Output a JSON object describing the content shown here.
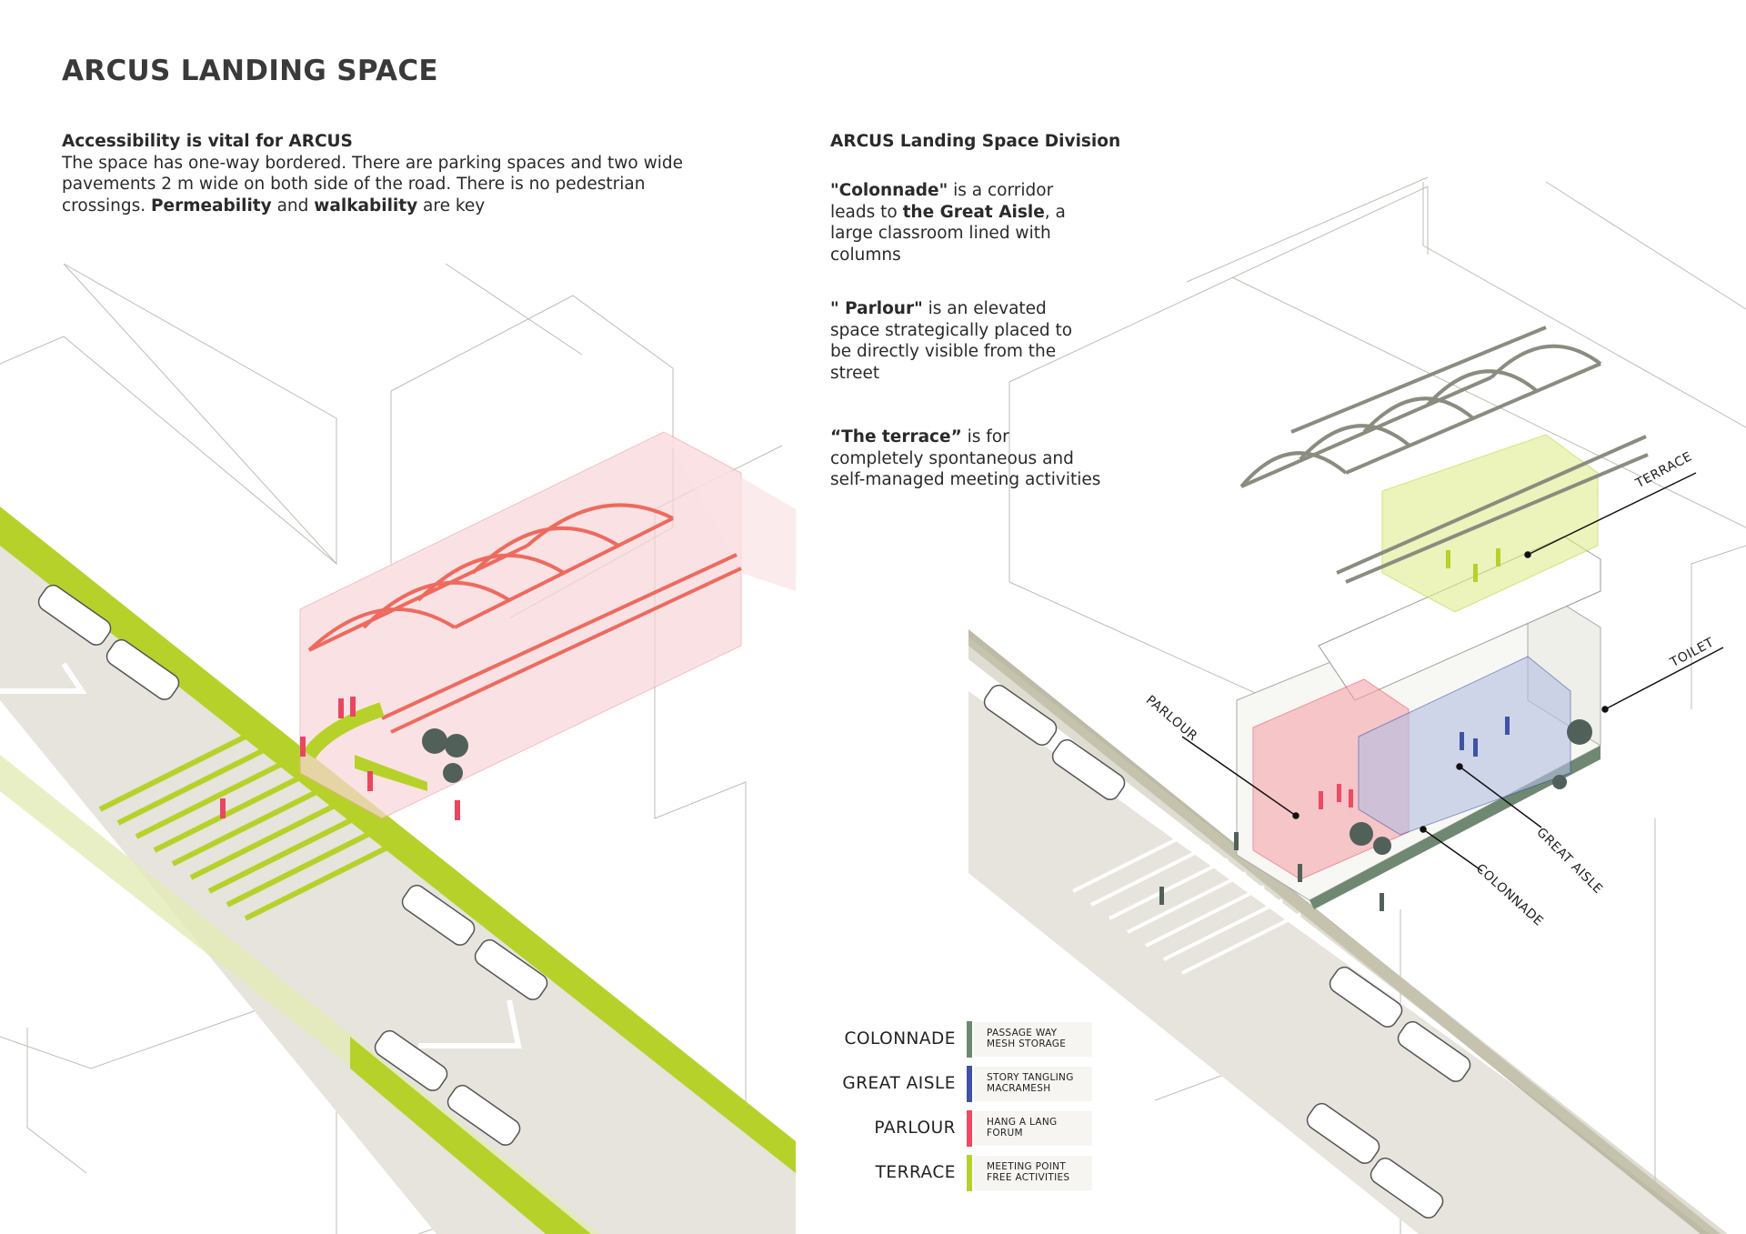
{
  "title": "ARCUS LANDING SPACE",
  "left": {
    "heading": "Accessibility is vital for ARCUS",
    "body_1": "The space has one-way bordered. There are parking spaces and two wide pavements 2 m wide on both side of the road. There is no pedestrian crossings. ",
    "bold_1": "Permeability",
    "body_2": " and ",
    "bold_2": "walkability",
    "body_3": " are key"
  },
  "right": {
    "heading": "ARCUS Landing Space Division",
    "colonnade": {
      "bold_1": "\"Colonnade\"",
      "text_1": " is a corridor leads to ",
      "bold_2": "the Great Aisle",
      "text_2": ", a large classroom lined with columns"
    },
    "parlour": {
      "bold": "\" Parlour\"",
      "text": " is an elevated space strategically placed to be directly visible from the street"
    },
    "terrace": {
      "bold": "“The terrace”",
      "text": " is for completely spontaneous and self-managed meeting activities"
    }
  },
  "labels": {
    "terrace": "TERRACE",
    "toilet": "TOILET",
    "parlour": "PARLOUR",
    "great_aisle": "GREAT AISLE",
    "colonnade": "COLONNADE"
  },
  "legend": [
    {
      "name": "COLONNADE",
      "line1": "PASSAGE WAY",
      "line2": "MESH STORAGE",
      "color": "#6f8872"
    },
    {
      "name": "GREAT AISLE",
      "line1": "STORY TANGLING",
      "line2": "MACRAMESH",
      "color": "#3f52a8"
    },
    {
      "name": "PARLOUR",
      "line1": "HANG A LANG",
      "line2": "FORUM",
      "color": "#ee4a63"
    },
    {
      "name": "TERRACE",
      "line1": "MEETING POINT",
      "line2": "FREE ACTIVITIES",
      "color": "#b6d22a"
    }
  ],
  "colors": {
    "green": "#b6d22a",
    "pink": "#ee4a63",
    "road": "#e6e4dd",
    "tan": "#bdbba5",
    "roof": "#9a9c90"
  }
}
